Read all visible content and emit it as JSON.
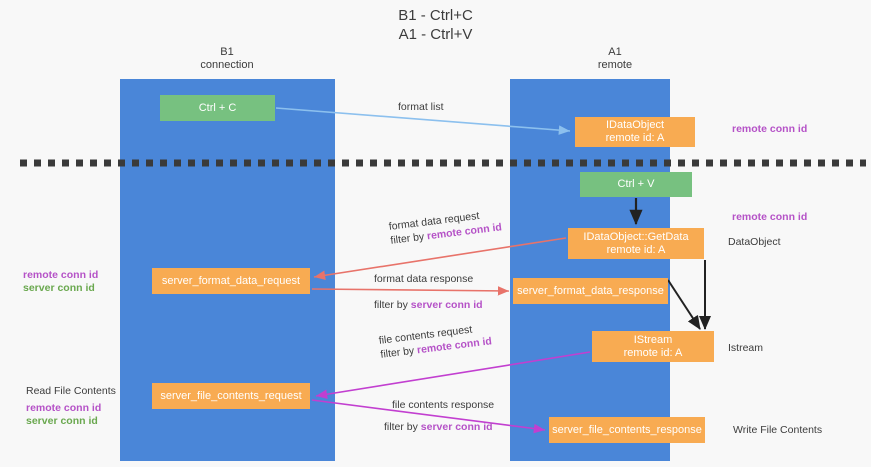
{
  "title": {
    "line1": "B1 - Ctrl+C",
    "line2": "A1 - Ctrl+V"
  },
  "columns": {
    "left": {
      "name": "B1",
      "role": "connection"
    },
    "right": {
      "name": "A1",
      "role": "remote"
    }
  },
  "nodes": {
    "ctrl_c": {
      "label": "Ctrl + C",
      "color": "#77c180"
    },
    "data_object": {
      "line1": "IDataObject",
      "line2": "remote id: A",
      "color": "#f8ab52"
    },
    "ctrl_v": {
      "label": "Ctrl + V",
      "color": "#77c180"
    },
    "get_data": {
      "line1": "IDataObject::GetData",
      "line2": "remote id: A",
      "color": "#f8ab52"
    },
    "server_format_data_request": {
      "label": "server_format_data_request",
      "color": "#f8ab52"
    },
    "server_format_data_response": {
      "label": "server_format_data_response",
      "color": "#f8ab52"
    },
    "istream": {
      "line1": "IStream",
      "line2": "remote id: A",
      "color": "#f8ab52"
    },
    "server_file_contents_request": {
      "label": "server_file_contents_request",
      "color": "#f8ab52"
    },
    "server_file_contents_response": {
      "label": "server_file_contents_response",
      "color": "#f8ab52"
    }
  },
  "edge_labels": {
    "format_list": "format list",
    "format_data_request": "format data request",
    "format_data_request_filter_prefix": "filter by ",
    "format_data_request_filter_key": "remote conn id",
    "format_data_response": "format data response",
    "format_data_response_filter_prefix": "filter by ",
    "format_data_response_filter_key": "server conn id",
    "file_contents_request": "file contents request",
    "file_contents_request_filter_prefix": "filter by ",
    "file_contents_request_filter_key": "remote conn id",
    "file_contents_response": "file contents response",
    "file_contents_response_filter_prefix": "filter by ",
    "file_contents_response_filter_key": "server conn id"
  },
  "annotations": {
    "right_remote_conn_id_top": "remote conn id",
    "right_remote_conn_id_mid": "remote conn id",
    "right_dataobject": "DataObject",
    "right_istream": "Istream",
    "right_write_file_contents": "Write File Contents",
    "left_remote_conn_id": "remote conn id",
    "left_server_conn_id": "server conn id",
    "left_read_file_contents": "Read File Contents",
    "left2_remote_conn_id": "remote conn id",
    "left2_server_conn_id": "server conn id"
  },
  "colors": {
    "panel": "#4a86d8",
    "green_node": "#77c180",
    "orange_node": "#f8ab52",
    "purple_text": "#b552c7",
    "green_text": "#6aa84f",
    "arrow_blue": "#a8cdf0",
    "arrow_red": "#e8736a",
    "arrow_magenta": "#c23fd0",
    "arrow_black": "#222222",
    "divider": "#3a3a3a",
    "background": "#f8f8f8"
  }
}
